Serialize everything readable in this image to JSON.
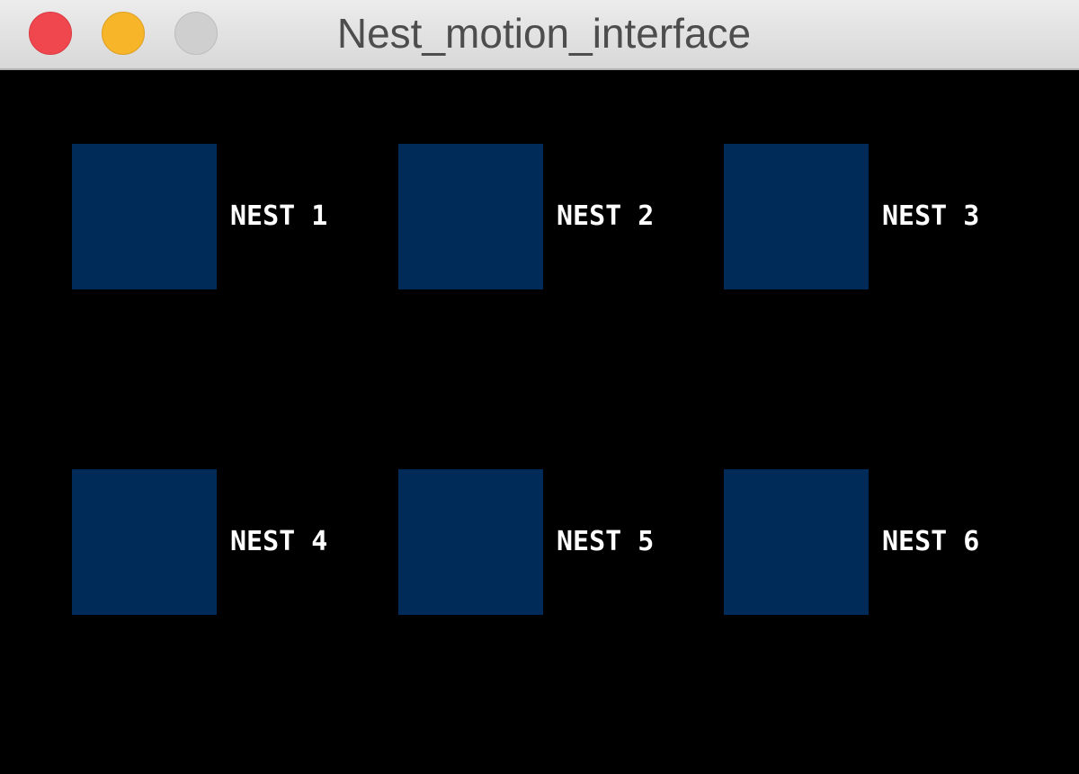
{
  "window": {
    "title": "Nest_motion_interface",
    "controls": {
      "close_color": "#f0474f",
      "minimize_color": "#f7b52a",
      "zoom_color": "#cfcfcf"
    }
  },
  "canvas": {
    "background": "#000000",
    "nest_color": "#002a57",
    "label_color": "#ffffff"
  },
  "nests": [
    {
      "label": "NEST 1"
    },
    {
      "label": "NEST 2"
    },
    {
      "label": "NEST 3"
    },
    {
      "label": "NEST 4"
    },
    {
      "label": "NEST 5"
    },
    {
      "label": "NEST 6"
    }
  ]
}
